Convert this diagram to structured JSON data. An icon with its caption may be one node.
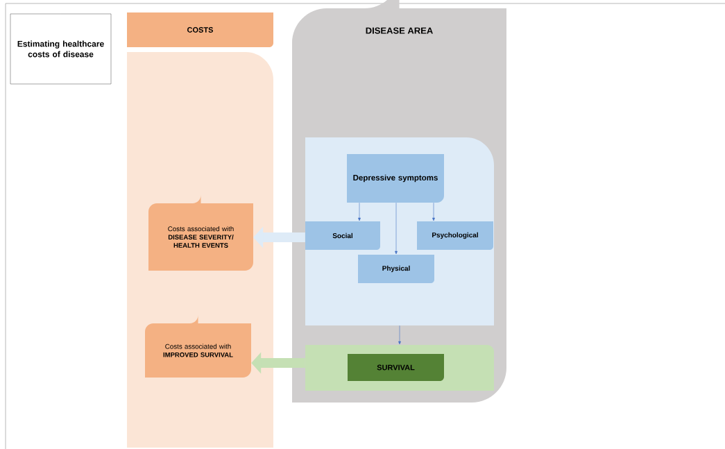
{
  "diagram": {
    "nodes": [
      {
        "text": [
          "Estimating healthcare costs of disease"
        ]
      },
      {
        "text": [
          "COSTS"
        ]
      },
      {
        "text": [],
        "shape": "box"
      },
      {
        "text": [
          "Costs associated with",
          "DISEASE SEVERITY/ HEALTH EVENTS"
        ],
        "in": 2
      },
      {
        "text": [
          "Costs associated with",
          "IMPROVED SURVIVAL"
        ],
        "in": 2
      },
      {
        "text": [
          "DISEASE AREA"
        ]
      },
      {
        "text": [],
        "shape": "box",
        "in": 5
      },
      {
        "text": [
          "Depressive symptoms"
        ],
        "in": 6
      },
      {
        "text": [
          "Social"
        ],
        "in": 6
      },
      {
        "text": [
          "Psychological"
        ],
        "in": 6
      },
      {
        "text": [
          "Physical"
        ],
        "in": 6
      },
      {
        "text": [],
        "shape": "box",
        "in": 5
      },
      {
        "text": [
          "SURVIVAL"
        ],
        "in": 11
      }
    ],
    "edges": [
      {
        "from": 7,
        "to": 8,
        "arrow": "to"
      },
      {
        "from": 7,
        "to": 10,
        "arrow": "to"
      },
      {
        "from": 7,
        "to": 9,
        "arrow": "to"
      },
      {
        "from": 6,
        "to": 11,
        "arrow": "to"
      },
      {
        "from": 6,
        "to": 3,
        "arrow": "to",
        "style": "thick",
        "color": "#deebf7"
      },
      {
        "from": 11,
        "to": 4,
        "arrow": "to",
        "style": "thick",
        "color": "#c5e0b4"
      }
    ]
  }
}
